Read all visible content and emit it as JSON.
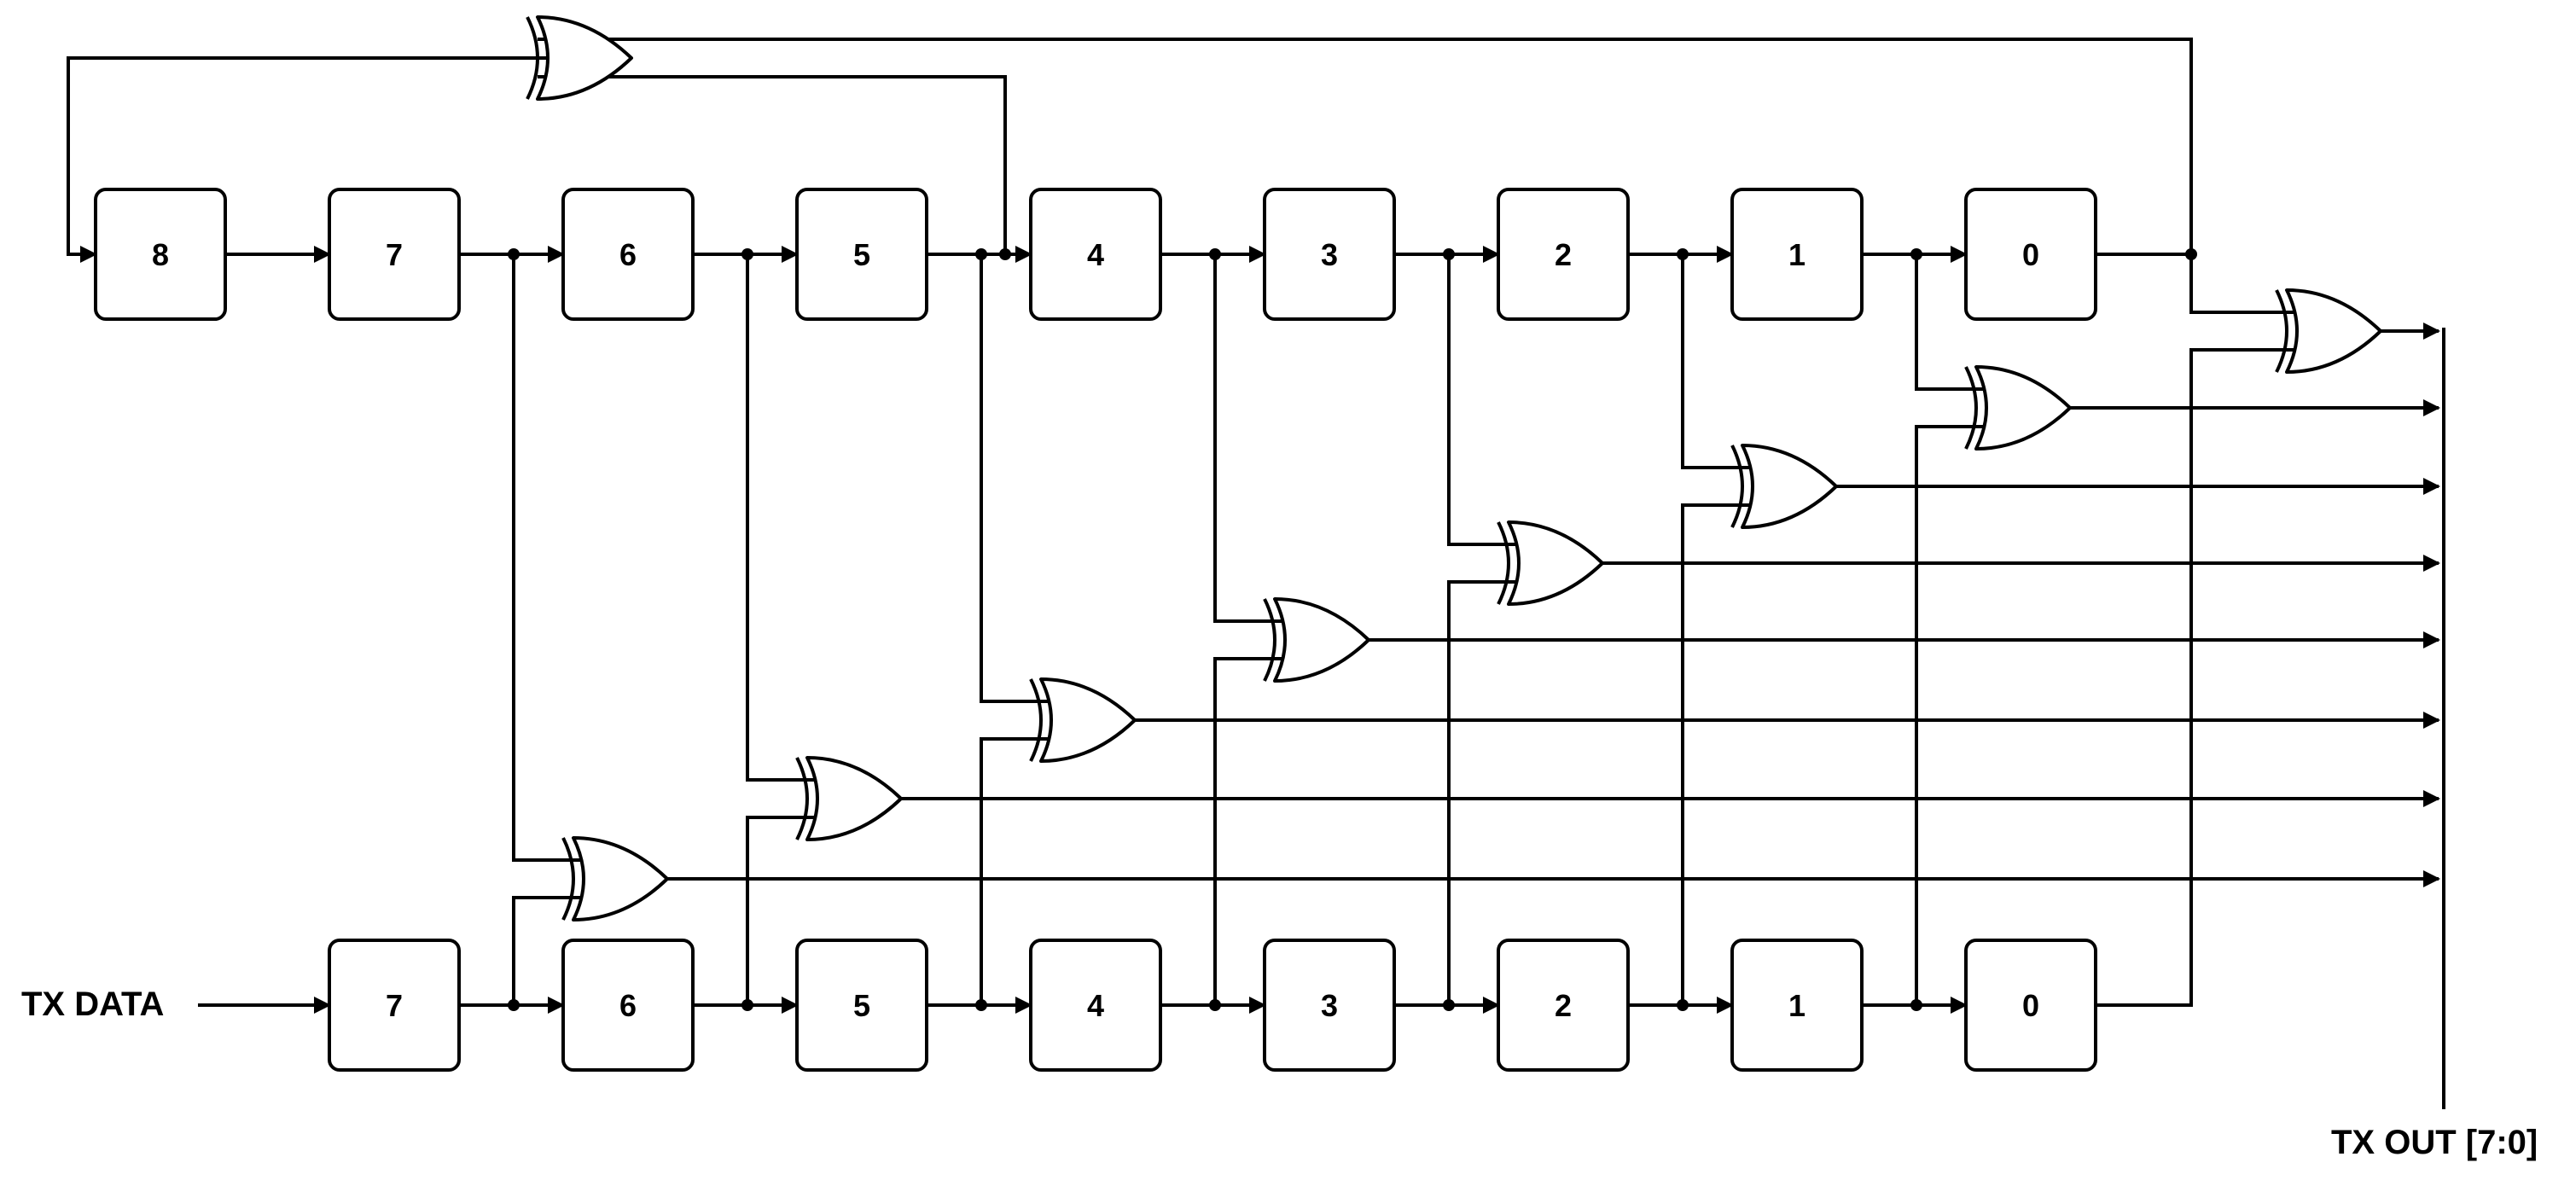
{
  "input_label": "TX DATA",
  "output_label": "TX OUT [7:0]",
  "colors": {
    "stroke": "#000000",
    "background": "#ffffff"
  },
  "scrambler_registers": [
    "8",
    "7",
    "6",
    "5",
    "4",
    "3",
    "2",
    "1",
    "0"
  ],
  "data_registers": [
    "7",
    "6",
    "5",
    "4",
    "3",
    "2",
    "1",
    "0"
  ]
}
